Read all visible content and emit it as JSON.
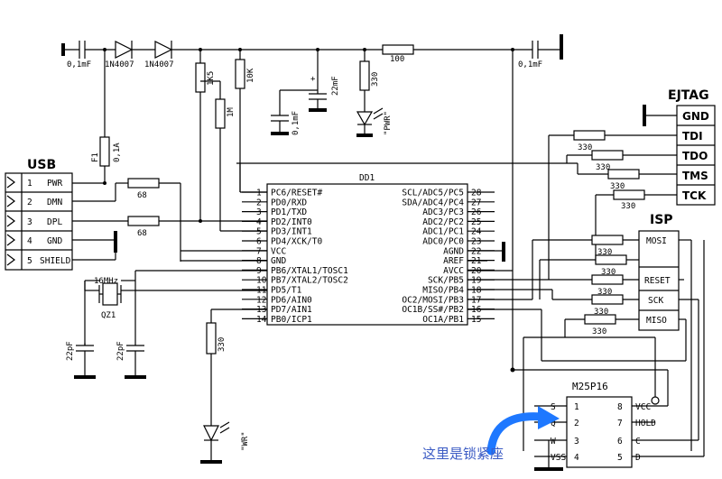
{
  "usb": {
    "title": "USB",
    "pins": [
      {
        "num": "1",
        "name": "PWR"
      },
      {
        "num": "2",
        "name": "DMN"
      },
      {
        "num": "3",
        "name": "DPL"
      },
      {
        "num": "4",
        "name": "GND"
      },
      {
        "num": "5",
        "name": "SHIELD"
      }
    ]
  },
  "ejtag": {
    "title": "EJTAG",
    "pins": [
      "GND",
      "TDI",
      "TDO",
      "TMS",
      "TCK"
    ]
  },
  "isp": {
    "title": "ISP",
    "pins": [
      "MOSI",
      "RESET",
      "SCK",
      "MISO"
    ]
  },
  "mcu": {
    "ref": "DD1",
    "left_pins": [
      {
        "num": "1",
        "name": "PC6/RESET#"
      },
      {
        "num": "2",
        "name": "PD0/RXD"
      },
      {
        "num": "3",
        "name": "PD1/TXD"
      },
      {
        "num": "4",
        "name": "PD2/INT0"
      },
      {
        "num": "5",
        "name": "PD3/INT1"
      },
      {
        "num": "6",
        "name": "PD4/XCK/T0"
      },
      {
        "num": "7",
        "name": "VCC"
      },
      {
        "num": "8",
        "name": "GND"
      },
      {
        "num": "9",
        "name": "PB6/XTAL1/TOSC1"
      },
      {
        "num": "10",
        "name": "PB7/XTAL2/TOSC2"
      },
      {
        "num": "11",
        "name": "PD5/T1"
      },
      {
        "num": "12",
        "name": "PD6/AIN0"
      },
      {
        "num": "13",
        "name": "PD7/AIN1"
      },
      {
        "num": "14",
        "name": "PB0/ICP1"
      }
    ],
    "right_pins": [
      {
        "num": "28",
        "name": "SCL/ADC5/PC5"
      },
      {
        "num": "27",
        "name": "SDA/ADC4/PC4"
      },
      {
        "num": "26",
        "name": "ADC3/PC3"
      },
      {
        "num": "25",
        "name": "ADC2/PC2"
      },
      {
        "num": "24",
        "name": "ADC1/PC1"
      },
      {
        "num": "23",
        "name": "ADC0/PC0"
      },
      {
        "num": "22",
        "name": "AGND"
      },
      {
        "num": "21",
        "name": "AREF"
      },
      {
        "num": "20",
        "name": "AVCC"
      },
      {
        "num": "19",
        "name": "SCK/PB5"
      },
      {
        "num": "18",
        "name": "MISO/PB4"
      },
      {
        "num": "17",
        "name": "OC2/MOSI/PB3"
      },
      {
        "num": "16",
        "name": "OC1B/SS#/PB2"
      },
      {
        "num": "15",
        "name": "OC1A/PB1"
      }
    ]
  },
  "flash": {
    "ref": "M25P16",
    "left_pins": [
      {
        "num": "1",
        "name": "S"
      },
      {
        "num": "2",
        "name": "Q"
      },
      {
        "num": "3",
        "name": "W"
      },
      {
        "num": "4",
        "name": "VSS"
      }
    ],
    "right_pins": [
      {
        "num": "8",
        "name": "VCC"
      },
      {
        "num": "7",
        "name": "HOLD"
      },
      {
        "num": "6",
        "name": "C"
      },
      {
        "num": "5",
        "name": "D"
      }
    ]
  },
  "parts": {
    "c_in": "0,1mF",
    "d1": "1N4007",
    "d2": "1N4007",
    "r_100": "100",
    "c_out": "0,1mF",
    "f1_ref": "F1",
    "f1_val": "0,1A",
    "r_1k5": "1K5",
    "r_10k": "10K",
    "r_1m": "1M",
    "c_mid": "0,1mF",
    "c_elec": "22mF",
    "c_elec_plus": "+",
    "r_pwr": "330",
    "led_pwr": "\"PWR\"",
    "r_dmn": "68",
    "r_dpl": "68",
    "xtal_freq": "16MHz",
    "xtal_ref": "QZ1",
    "c_x1": "22pF",
    "c_x2": "22pF",
    "r_wr": "330",
    "led_wr": "\"WR\"",
    "r_tdi": "330",
    "r_tdo": "330",
    "r_tms": "330",
    "r_tck": "330",
    "r_mosi": "330",
    "r_reset": "330",
    "r_sck": "330",
    "r_miso": "330"
  },
  "annotation": {
    "text": "这里是锁紧座"
  },
  "colors": {
    "annotation": "#3b5bc4",
    "arrow": "#1e78ff"
  }
}
